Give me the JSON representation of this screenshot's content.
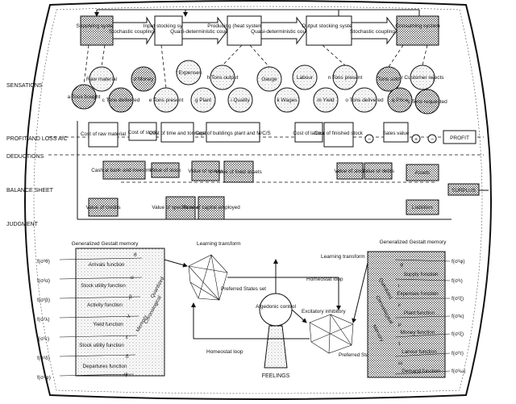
{
  "top_chain": {
    "stages": [
      "Supplying system",
      "Input stocking system",
      "Producing (heat system to cool)",
      "Output stocking system",
      "Consuming system"
    ],
    "couplings": [
      "Stochastic coupling",
      "Quasi-deterministic coupling",
      "Quasi-deterministic coupling",
      "Stochastic coupling"
    ]
  },
  "sensations": [
    "a Tons bought",
    "Raw material",
    "c Tons delivered",
    "d Money",
    "e Tons present",
    "f Expenses",
    "g Plant",
    "h Tons output",
    "i Quality",
    "Gauge",
    "Labour",
    "k Wages",
    "m Yield",
    "n Tons present",
    "o Tons delivered",
    "Tons sold",
    "q Price",
    "r Customer rejects",
    "s Tons requested"
  ],
  "row_labels": [
    "SENSATIONS",
    "PROFIT AND LOSS A/C",
    "DEDUCTIONS",
    "BALANCE SHEET",
    "JUDGMENT"
  ],
  "profit_loss": [
    "Cost of raw material",
    "Cost of stock",
    "Cost of time and tonnage",
    "Cost of buildings plant and M/C/S",
    "Cost of labour",
    "Cost of finished stock",
    "Sales value",
    "PROFIT"
  ],
  "operators": [
    "−",
    "+",
    "−"
  ],
  "balance_sheet": [
    "Cash at bank and investment",
    "Value of stock",
    "Value of spares",
    "Value of fixed assets",
    "Value of stock",
    "Value of debts",
    "Assets",
    "SURPLUS",
    "Value of credits",
    "Value of specific reserves",
    "Value of capital employed",
    "Liabilities"
  ],
  "left_memory": {
    "title": "Generalized Gestalt memory",
    "functions": [
      "Arrivals function",
      "Stock utility function",
      "Activity function",
      "Yield function",
      "Stock utility function",
      "Departures function"
    ],
    "greek": [
      "θ",
      "α",
      "β",
      "λ",
      "ε",
      "δ",
      "ψ"
    ],
    "f_labels": [
      "f(σ²θ)",
      "f(σ²α)",
      "f(σ²β)",
      "f(σ²λ)",
      "f(σ²ε)",
      "f(σ²δ)",
      "f(σ²ψ)"
    ],
    "slanted": [
      "Quantized",
      "Chronological",
      "Memory"
    ]
  },
  "right_memory": {
    "title": "Generalized Gestalt memory",
    "functions": [
      "Supply function",
      "Expenses function",
      "Plant function",
      "Money function",
      "Labour function",
      "Demand function"
    ],
    "greek": [
      "φ",
      "ι",
      "κ",
      "μ",
      "τ",
      "ω"
    ],
    "f_labels": [
      "f(σ²φ)",
      "f(σ²ι)",
      "f(σ²ξ)",
      "f(σ²κ)",
      "f(σ²ξ)",
      "f(σ²τ)",
      "f(σ²ω)"
    ],
    "slanted": [
      "Quantized",
      "Chronological",
      "Memory"
    ]
  },
  "center": {
    "learning_transform_left": "Learning transform",
    "learning_transform_right": "Learning transform",
    "preferred_states_left": "Preferred States set",
    "preferred_states_right": "Preferred States set",
    "homeostat_loop_top": "Homeostat loop",
    "homeostat_loop_bottom": "Homeostat loop",
    "algedonic": "Algedonic control",
    "excitatory": "Excitatory inhibitory",
    "feelings": "FEELINGS"
  }
}
